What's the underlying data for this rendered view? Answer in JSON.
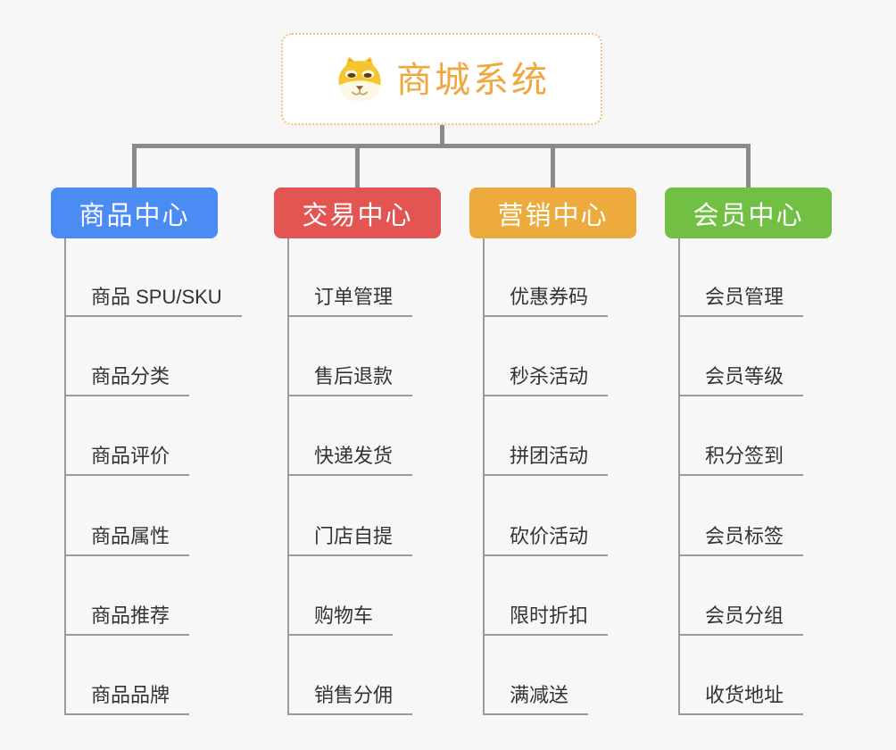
{
  "root": {
    "title": "商城系统",
    "icon": "shiba-dog-icon",
    "title_color": "#f0a73d",
    "border_color": "#f2c27c"
  },
  "branches": [
    {
      "label": "商品中心",
      "color": "#4a8cf4",
      "children": [
        "商品 SPU/SKU",
        "商品分类",
        "商品评价",
        "商品属性",
        "商品推荐",
        "商品品牌"
      ]
    },
    {
      "label": "交易中心",
      "color": "#e25552",
      "children": [
        "订单管理",
        "售后退款",
        "快递发货",
        "门店自提",
        "购物车",
        "销售分佣"
      ]
    },
    {
      "label": "营销中心",
      "color": "#edaa3d",
      "children": [
        "优惠券码",
        "秒杀活动",
        "拼团活动",
        "砍价活动",
        "限时折扣",
        "满减送"
      ]
    },
    {
      "label": "会员中心",
      "color": "#71c044",
      "children": [
        "会员管理",
        "会员等级",
        "积分签到",
        "会员标签",
        "会员分组",
        "收货地址"
      ]
    }
  ],
  "colors": {
    "background": "#f7f7f7",
    "connector": "#8a8a8a",
    "leaf_line": "#9b9b9b",
    "leaf_text": "#333333"
  }
}
